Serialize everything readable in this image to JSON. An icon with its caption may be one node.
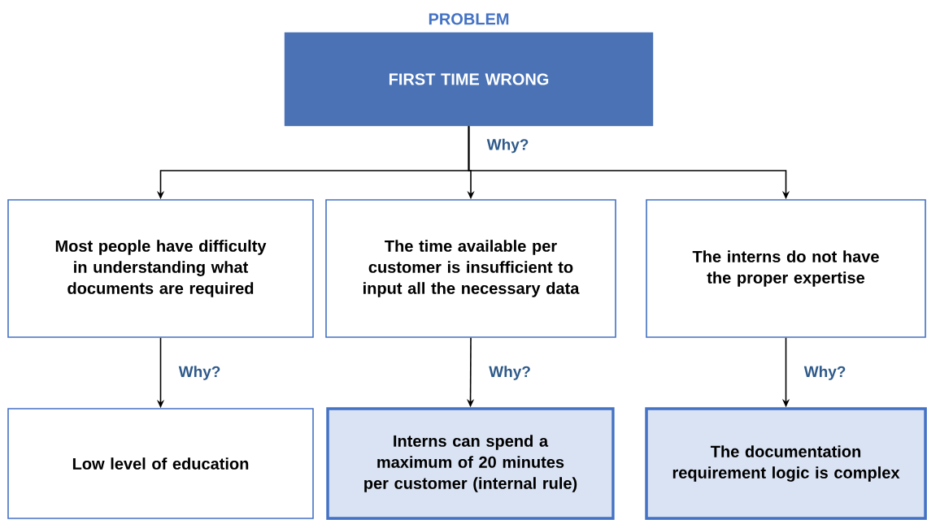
{
  "diagram": {
    "nodes": [
      {
        "text": [
          "PROBLEM",
          "FIRST TIME WRONG"
        ]
      },
      {
        "text": [
          "Most people have difficulty in understanding what documents are required"
        ]
      },
      {
        "text": [
          "The time available per customer is insufficient to input all the necessary data"
        ]
      },
      {
        "text": [
          "The interns do not have the proper expertise"
        ]
      },
      {
        "text": [
          "Low level of education"
        ]
      },
      {
        "text": [
          "Interns can spend a maximum of 20 minutes per customer (internal rule)"
        ]
      },
      {
        "text": [
          "The documentation requirement logic is complex"
        ]
      }
    ],
    "edges": [
      {
        "from": 0,
        "to": 1,
        "arrow": "to"
      },
      {
        "from": 0,
        "to": 2,
        "arrow": "to",
        "label": "Why?"
      },
      {
        "from": 0,
        "to": 3,
        "arrow": "to"
      },
      {
        "from": 1,
        "to": 4,
        "arrow": "to",
        "label": "Why?"
      },
      {
        "from": 2,
        "to": 5,
        "arrow": "to",
        "label": "Why?"
      },
      {
        "from": 3,
        "to": 6,
        "arrow": "to",
        "label": "Why?"
      }
    ]
  }
}
